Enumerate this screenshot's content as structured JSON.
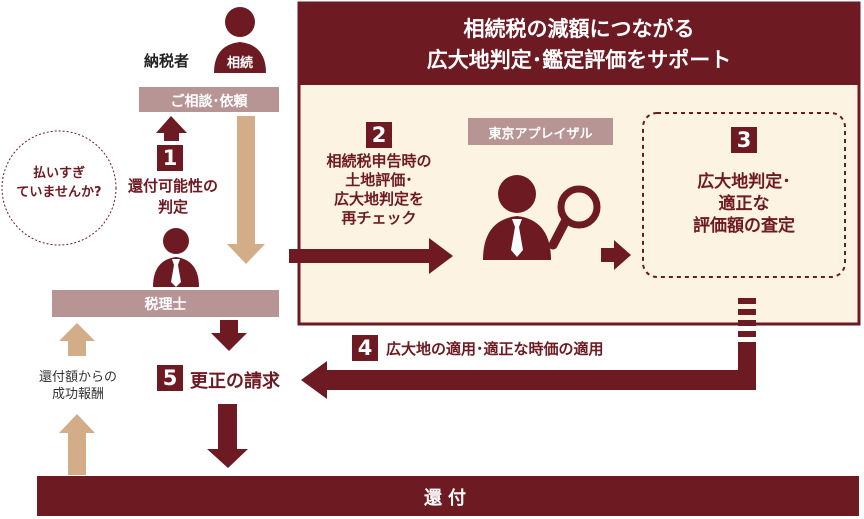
{
  "left": {
    "taxpayer_label": "納税者",
    "taxpayer_badge": "相続",
    "consult_label": "ご相談･依頼",
    "bubble_text": "払いすぎ\nていませんか?",
    "step1_num": "1",
    "step1_text": "還付可能性の\n判定",
    "accountant_label": "税理士",
    "fee_text": "還付額からの\n成功報酬"
  },
  "support": {
    "header_line1": "相続税の減額につながる",
    "header_line2": "広大地判定･鑑定評価をサポート",
    "step2_num": "2",
    "step2_text": "相続税申告時の\n土地評価･\n広大地判定を\n再チェック",
    "company_label": "東京アプレイザル",
    "step3_num": "3",
    "step3_text": "広大地判定･\n適正な\n評価額の査定"
  },
  "step4": {
    "num": "4",
    "text": "広大地の適用･適正な時価の適用"
  },
  "step5": {
    "num": "5",
    "text": "更正の請求"
  },
  "bottom": {
    "refund_label": "還付"
  },
  "colors": {
    "maroon": "#6e1a22",
    "tan": "#d2ad88",
    "cream": "#fcf3e2",
    "label_gray": "#b79595"
  }
}
